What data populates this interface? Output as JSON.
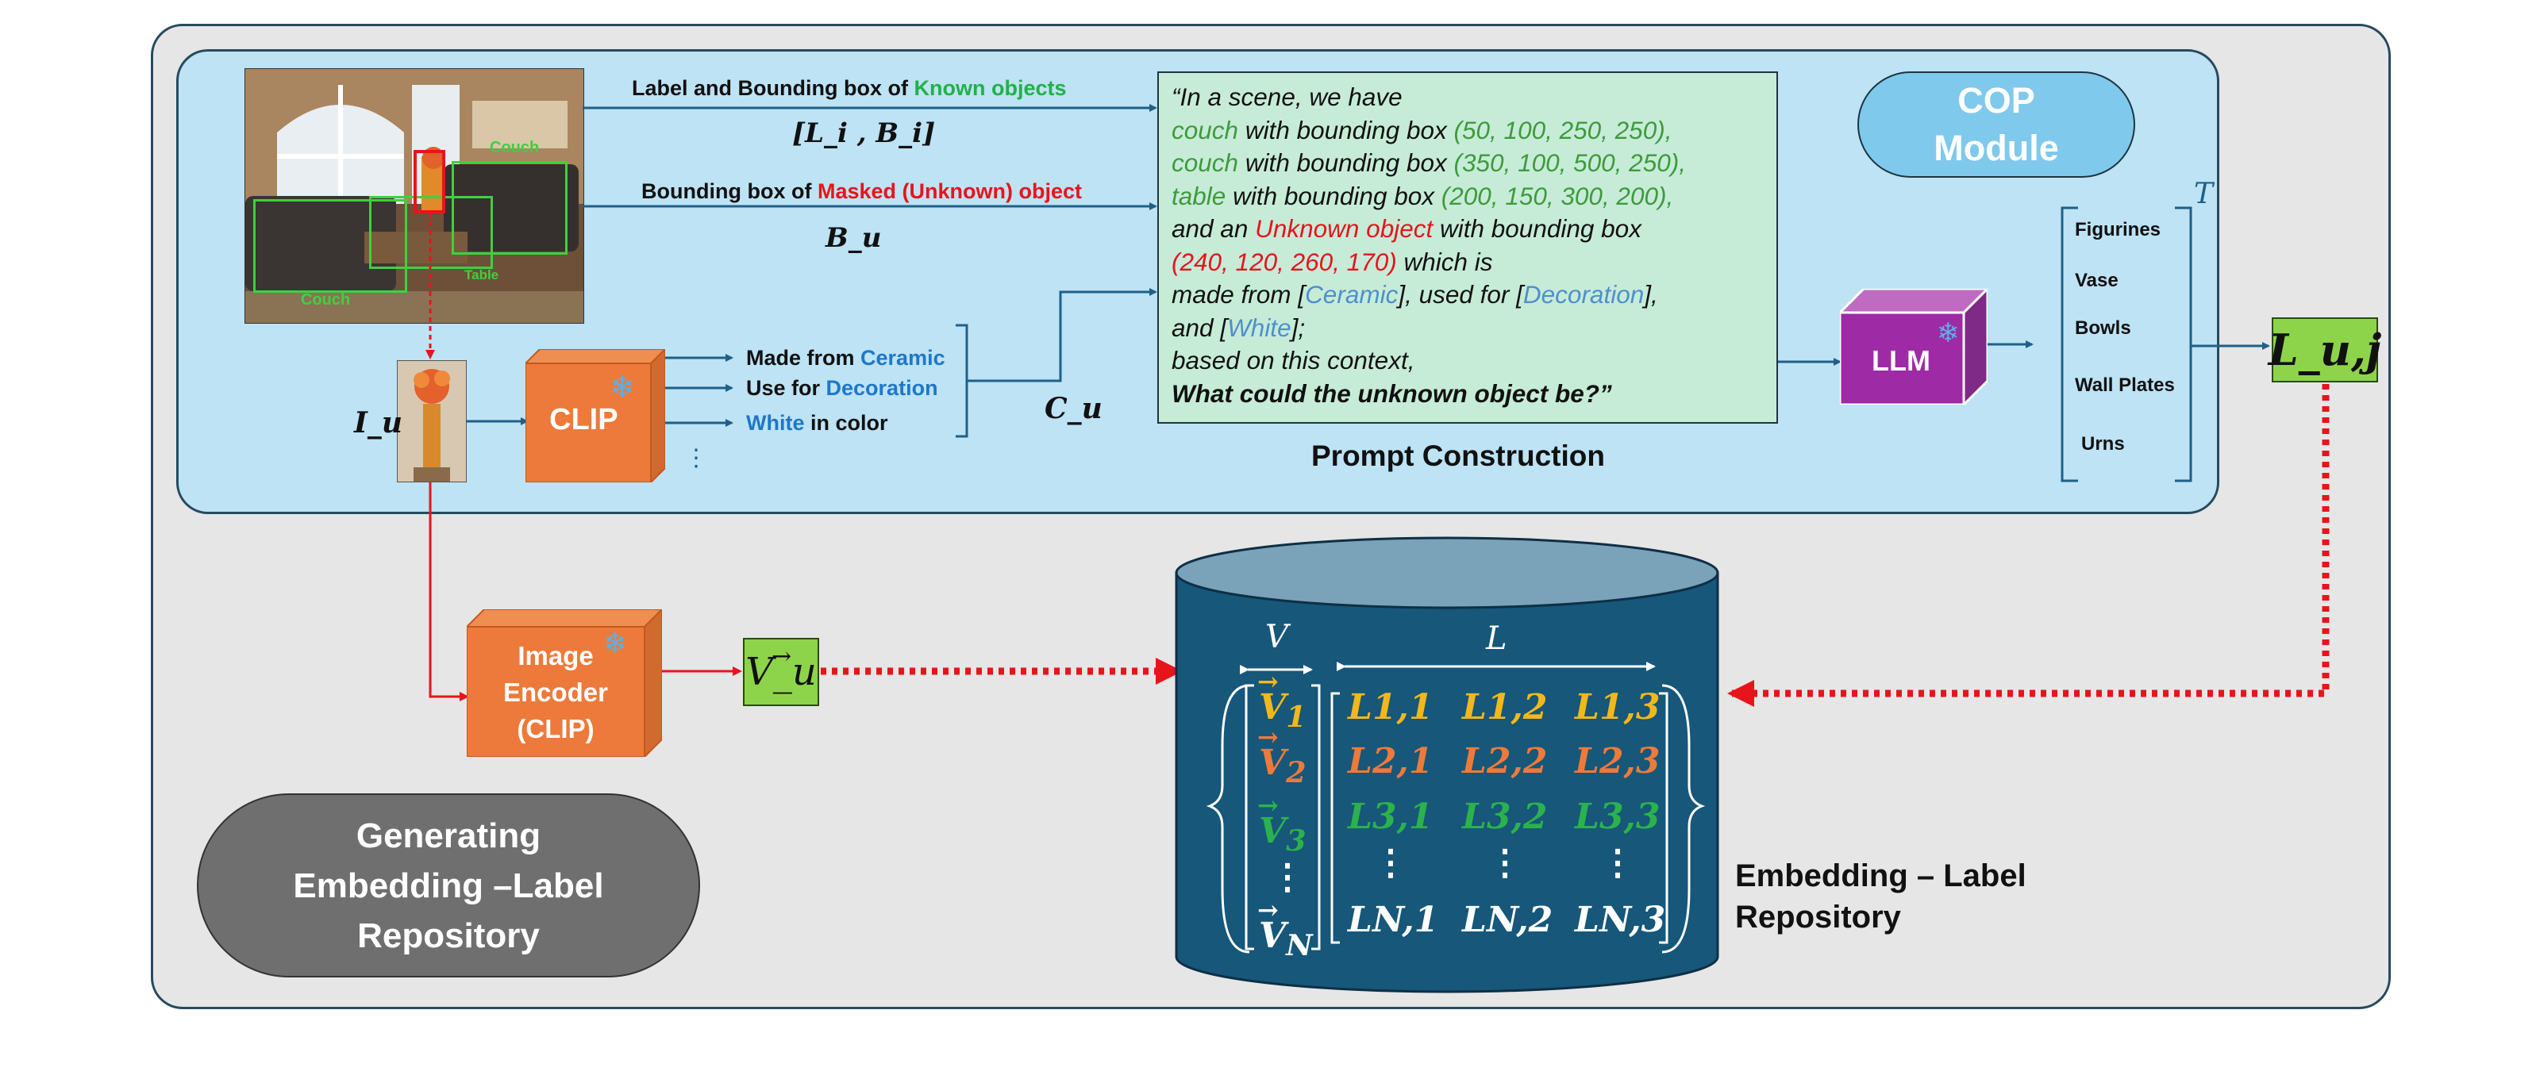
{
  "top_labels": {
    "known_prefix": "Label and Bounding box of ",
    "known_highlight": "Known objects",
    "known_math": "[L_i , B_i]",
    "masked_prefix": "Bounding box of ",
    "masked_highlight": "Masked (Unknown) object",
    "masked_math": "B_u"
  },
  "scene_labels": {
    "couch_top": "Couch",
    "couch_bottom": "Couch",
    "table": "Table"
  },
  "crop_label": "I_u",
  "clip_block": {
    "label": "CLIP",
    "snow": "❄"
  },
  "features": [
    {
      "prefix": "Made from ",
      "highlight": "Ceramic",
      "suffix": ""
    },
    {
      "prefix": "Use for ",
      "highlight": "Decoration",
      "suffix": ""
    },
    {
      "prefix": "",
      "highlight": "White",
      "suffix": " in color"
    }
  ],
  "feature_dots": "⋮",
  "cu_label": "C_u",
  "prompt": {
    "line1": "“In a scene, we have",
    "line2_w1": "couch",
    "line2_mid": " with bounding box ",
    "line2_box": "(50, 100, 250, 250),",
    "line3_w1": "couch",
    "line3_mid": " with bounding box ",
    "line3_box": "(350, 100, 500, 250),",
    "line4_w1": "table",
    "line4_mid": " with bounding box ",
    "line4_box": "(200, 150, 300, 200),",
    "line5_a": "and an ",
    "line5_unknown": "Unknown object",
    "line5_b": "  with bounding box",
    "line6_box": "(240, 120, 260, 170)",
    "line6_b": " which is",
    "line7_a": "made from  [",
    "line7_ceramic": "Ceramic",
    "line7_b": "], used for [",
    "line7_decoration": "Decoration",
    "line7_c": "],",
    "line8_a": "and [",
    "line8_white": "White",
    "line8_b": "];",
    "line9": "based on this context,",
    "line10": "What could the unknown object be?”"
  },
  "prompt_caption": "Prompt Construction",
  "cop_module": {
    "line1": "COP",
    "line2": "Module"
  },
  "llm_block": {
    "label": "LLM",
    "snow": "❄"
  },
  "llm_outputs": [
    "Figurines",
    "Vase",
    "Bowls",
    "Wall Plates",
    "Urns"
  ],
  "t_label": "T",
  "luj_label": "L_u,j",
  "image_encoder": {
    "line1": "Image",
    "line2": "Encoder",
    "line3": "(CLIP)",
    "snow": "❄"
  },
  "vu_label": "V_u",
  "repository": {
    "v_header": "V",
    "l_header": "L",
    "vectors": [
      {
        "base": "V",
        "sub": "1",
        "color": "#f2b81b"
      },
      {
        "base": "V",
        "sub": "2",
        "color": "#ee7a3a"
      },
      {
        "base": "V",
        "sub": "3",
        "color": "#2bb24c"
      },
      {
        "base": "⋮",
        "sub": "",
        "color": "#ffffff"
      },
      {
        "base": "V",
        "sub": "N",
        "color": "#ffffff"
      }
    ],
    "rows": [
      [
        "L1,1",
        "L1,2",
        "L1,3"
      ],
      [
        "L2,1",
        "L2,2",
        "L2,3"
      ],
      [
        "L3,1",
        "L3,2",
        "L3,3"
      ],
      [
        "⋮",
        "⋮",
        "⋮"
      ],
      [
        "LN,1",
        "LN,2",
        "LN,3"
      ]
    ],
    "row_colors": [
      "#f2b81b",
      "#ee7a3a",
      "#2bb24c",
      "#ffffff",
      "#ffffff"
    ]
  },
  "repository_caption": {
    "line1": "Embedding – Label",
    "line2": "Repository"
  },
  "generating_box": {
    "line1": "Generating",
    "line2": "Embedding –Label",
    "line3": "Repository"
  }
}
